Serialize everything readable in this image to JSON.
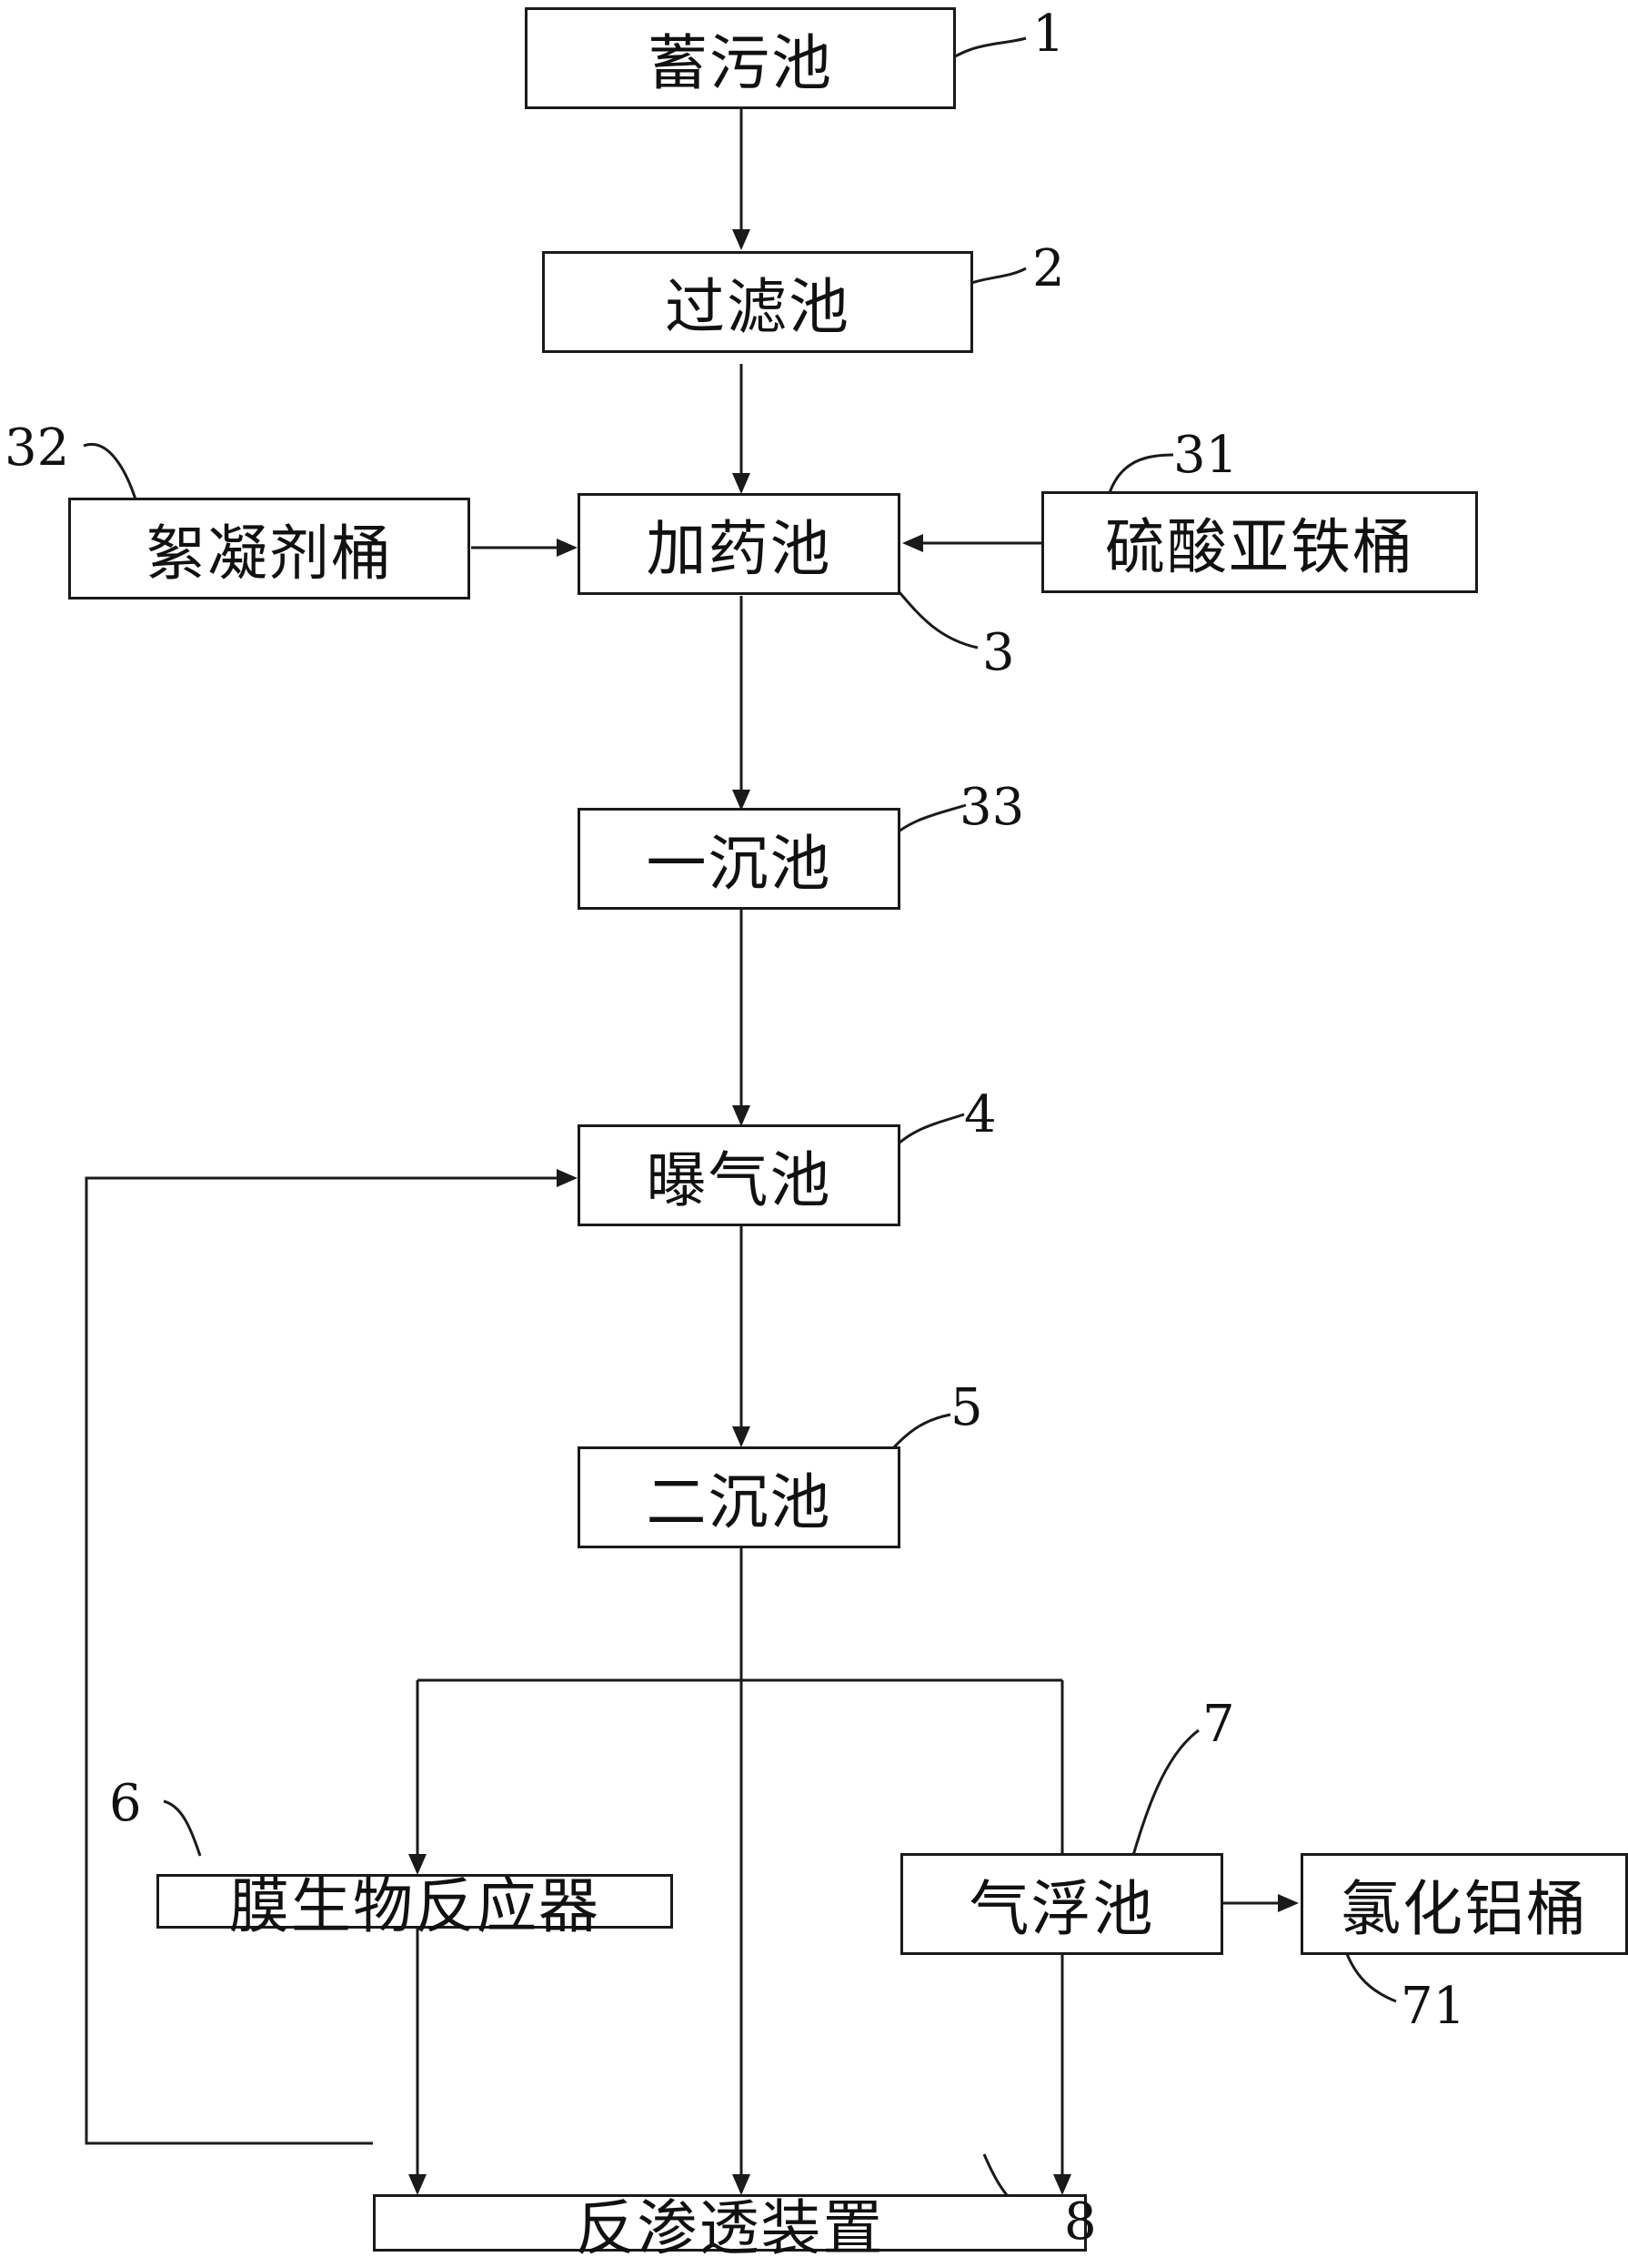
{
  "diagram": {
    "nodes": {
      "n1": {
        "label": "蓄污池",
        "ref": "1"
      },
      "n2": {
        "label": "过滤池",
        "ref": "2"
      },
      "n3": {
        "label": "加药池",
        "ref": "3"
      },
      "n31": {
        "label": "硫酸亚铁桶",
        "ref": "31"
      },
      "n32": {
        "label": "絮凝剂桶",
        "ref": "32"
      },
      "n33": {
        "label": "一沉池",
        "ref": "33"
      },
      "n4": {
        "label": "曝气池",
        "ref": "4"
      },
      "n5": {
        "label": "二沉池",
        "ref": "5"
      },
      "n6": {
        "label": "膜生物反应器",
        "ref": "6"
      },
      "n7": {
        "label": "气浮池",
        "ref": "7"
      },
      "n71": {
        "label": "氯化铝桶",
        "ref": "71"
      },
      "n8": {
        "label": "反渗透装置",
        "ref": "8"
      }
    },
    "edges": [
      [
        "n1",
        "n2"
      ],
      [
        "n2",
        "n3"
      ],
      [
        "n32",
        "n3"
      ],
      [
        "n31",
        "n3"
      ],
      [
        "n3",
        "n33"
      ],
      [
        "n33",
        "n4"
      ],
      [
        "n4",
        "n5"
      ],
      [
        "n5",
        "n6"
      ],
      [
        "n5",
        "n8"
      ],
      [
        "n5",
        "n7"
      ],
      [
        "n6",
        "n8"
      ],
      [
        "n7",
        "n8"
      ],
      [
        "n7",
        "n71"
      ],
      [
        "n8",
        "n4"
      ]
    ]
  }
}
